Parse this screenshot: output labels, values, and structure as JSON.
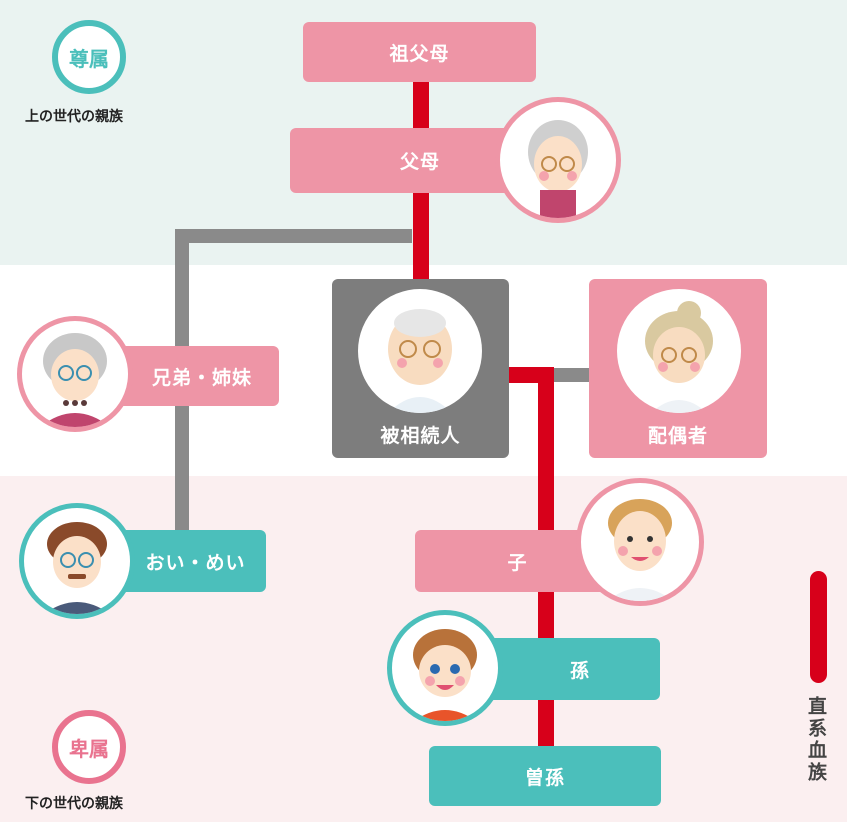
{
  "sections": {
    "ancestors": {
      "badge": "尊属",
      "caption": "上の世代の親族"
    },
    "descendants": {
      "badge": "卑属",
      "caption": "下の世代の親族"
    }
  },
  "nodes": {
    "grandparents": "祖父母",
    "parents": "父母",
    "decedent": "被相続人",
    "spouse": "配偶者",
    "siblings": "兄弟・姉妹",
    "nephews_nieces": "おい・めい",
    "child": "子",
    "grandchild": "孫",
    "great_grandchild": "曽孫"
  },
  "legend": {
    "label": "直系血族",
    "color": "#d7001a"
  },
  "colors": {
    "direct_line": "#d7001a",
    "collateral_line": "#8a8a8a",
    "pink": "#ee95a6",
    "teal": "#4bbfbb",
    "gray": "#7d7d7d"
  }
}
